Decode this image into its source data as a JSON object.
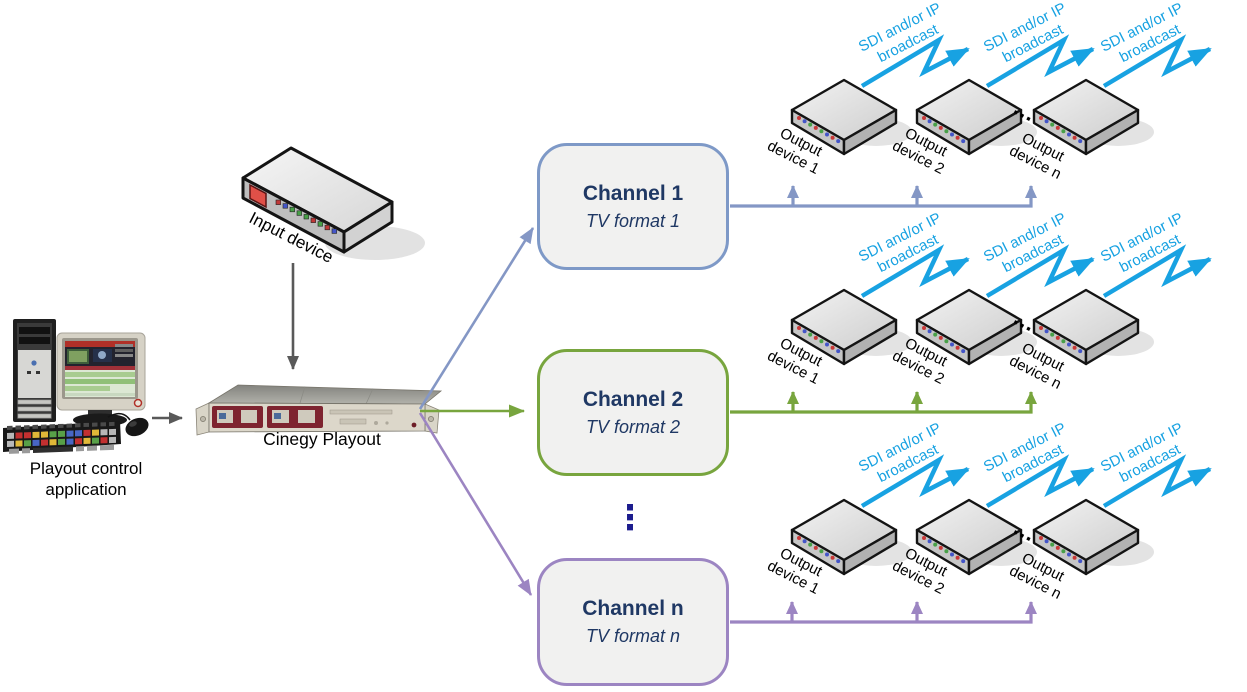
{
  "pc": {
    "label_line1": "Playout control",
    "label_line2": "application"
  },
  "input_device": {
    "label": "Input device"
  },
  "server": {
    "label": "Cinegy Playout"
  },
  "channels": [
    {
      "name": "Channel 1",
      "format": "TV format 1",
      "color": "#7E99C7"
    },
    {
      "name": "Channel 2",
      "format": "TV format 2",
      "color": "#78A53E"
    },
    {
      "name": "Channel n",
      "format": "TV format n",
      "color": "#9C85C2"
    }
  ],
  "channels_ellipsis": "⋮",
  "output_devices": {
    "ellipsis": "...",
    "labels": [
      {
        "line1": "Output",
        "line2": "device 1"
      },
      {
        "line1": "Output",
        "line2": "device 2"
      },
      {
        "line1": "Output",
        "line2": "device n"
      }
    ]
  },
  "broadcast": {
    "line1": "SDI and/or IP",
    "line2": "broadcast"
  },
  "colors": {
    "broadcast_arrow": "#18A2E2",
    "channel_text": "#1F3864",
    "connector_row1": "#8497C5",
    "connector_row2": "#78A53E",
    "connector_row3": "#9C85C2",
    "plain_arrow": "#595959",
    "channel_fill": "#F1F1F0"
  }
}
